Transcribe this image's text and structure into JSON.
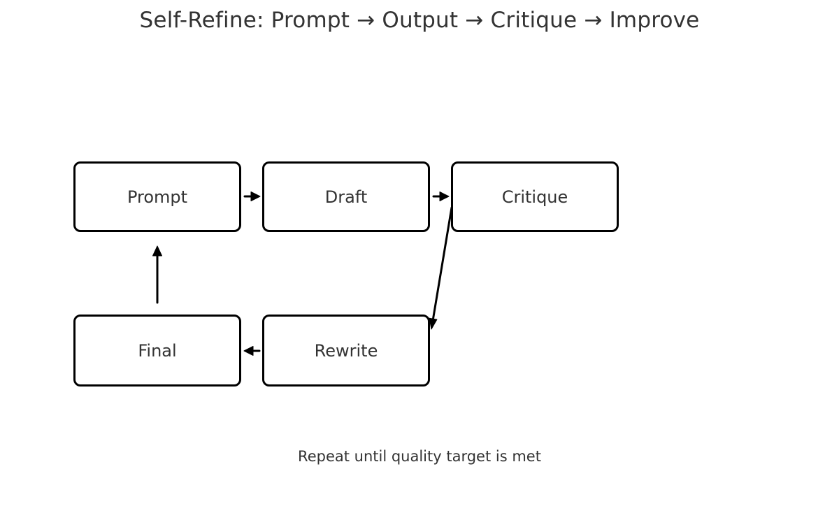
{
  "title": "Self-Refine: Prompt → Output → Critique → Improve",
  "caption": "Repeat until quality target is met",
  "nodes": [
    {
      "id": "prompt",
      "label": "Prompt"
    },
    {
      "id": "draft",
      "label": "Draft"
    },
    {
      "id": "critique",
      "label": "Critique"
    },
    {
      "id": "rewrite",
      "label": "Rewrite"
    },
    {
      "id": "final",
      "label": "Final"
    }
  ],
  "edges": [
    {
      "from": "prompt",
      "to": "draft"
    },
    {
      "from": "draft",
      "to": "critique"
    },
    {
      "from": "critique",
      "to": "rewrite"
    },
    {
      "from": "rewrite",
      "to": "final"
    },
    {
      "from": "final",
      "to": "prompt"
    }
  ],
  "colors": {
    "background": "#ffffff",
    "box_fill": "#ffffff",
    "box_border": "#000000",
    "text": "#333333",
    "arrow": "#000000"
  }
}
